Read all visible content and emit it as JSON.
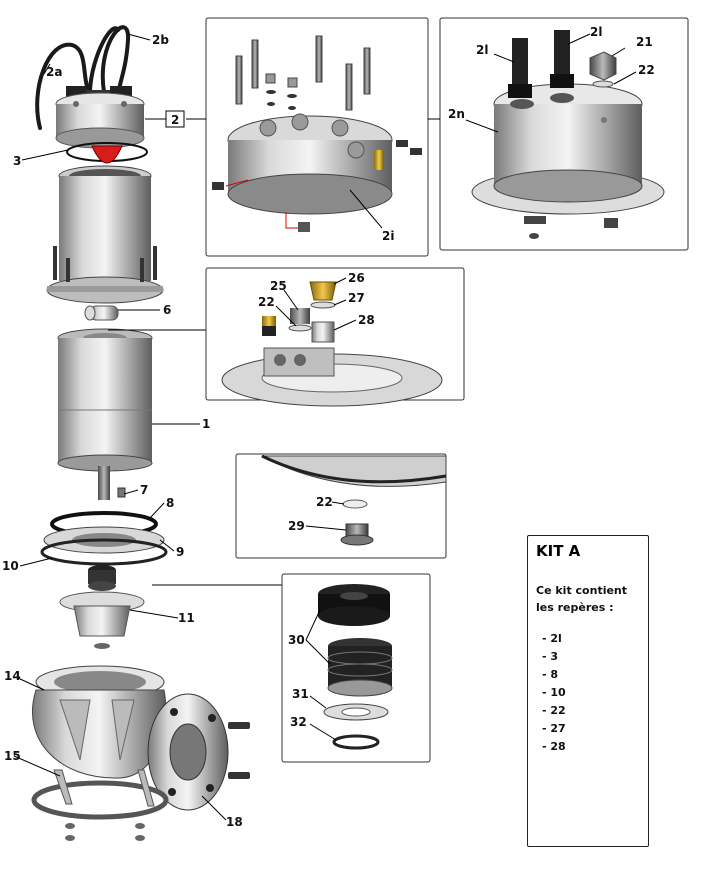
{
  "callouts": {
    "c_2a": "2a",
    "c_2b": "2b",
    "c_2": "2",
    "c_3": "3",
    "c_6": "6",
    "c_1": "1",
    "c_7": "7",
    "c_8": "8",
    "c_9": "9",
    "c_10": "10",
    "c_11": "11",
    "c_14": "14",
    "c_15": "15",
    "c_18": "18",
    "c_2i": "2i",
    "c_2l_a": "2l",
    "c_2l_b": "2l",
    "c_21": "21",
    "c_22_top": "22",
    "c_2n": "2n",
    "c_26": "26",
    "c_25": "25",
    "c_27": "27",
    "c_22_mid": "22",
    "c_28": "28",
    "c_22_low": "22",
    "c_29": "29",
    "c_30": "30",
    "c_31": "31",
    "c_32": "32"
  },
  "kit": {
    "title": "KIT A",
    "line1": "Ce kit contient",
    "line2": "les repères :",
    "items": [
      "- 2l",
      "- 3",
      "- 8",
      "- 10",
      "- 22",
      "- 27",
      "- 28"
    ]
  }
}
